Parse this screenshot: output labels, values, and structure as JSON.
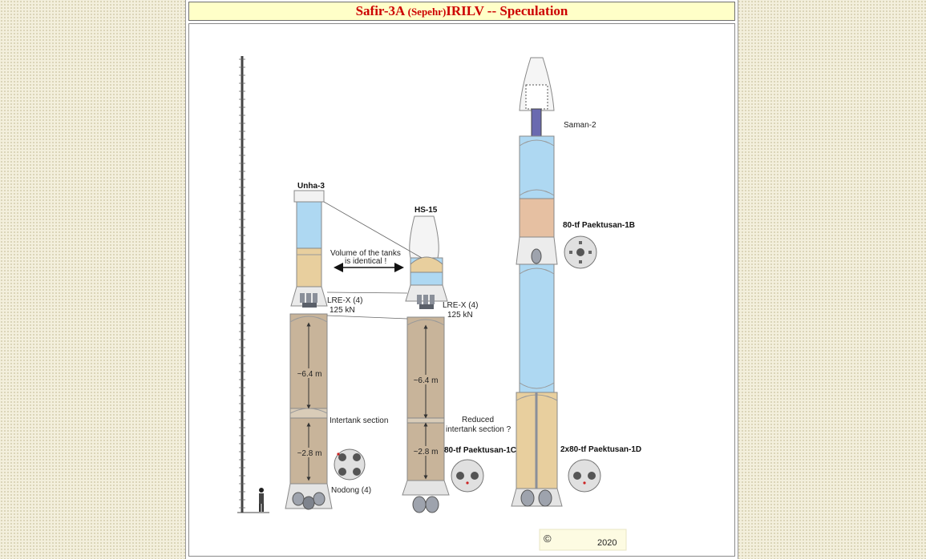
{
  "title": {
    "part1": "Safir-3A",
    "part2": "(Sepehr)",
    "part3": "IRILV -- Speculation"
  },
  "labels": {
    "unha3": "Unha-3",
    "hs15": "HS-15",
    "volume_line1": "Volume of the tanks",
    "volume_line2": "is identical !",
    "lrex_a_line1": "LRE-X (4)",
    "lrex_a_line2": "125 kN",
    "lrex_b_line1": "LRE-X (4)",
    "lrex_b_line2": "125 kN",
    "dim_a1": "~6.4 m",
    "dim_a2": "~2.8 m",
    "dim_b1": "~6.4 m",
    "dim_b2": "~2.8 m",
    "intertank": "Intertank section",
    "reduced_line1": "Reduced",
    "reduced_line2": "intertank section ?",
    "paektusan_1c": "80-tf Paektusan-1C",
    "nodong": "Nodong (4)",
    "saman2": "Saman-2",
    "paektusan_1b": "80-tf Paektusan-1B",
    "paektusan_1d": "2x80-tf Paektusan-1D",
    "copyright_symbol": "©",
    "year": "2020"
  },
  "colors": {
    "title_text": "#cc0000",
    "title_bg": "#ffffc8",
    "tank_blue": "#aed8f2",
    "tank_tan": "#e8cf9e",
    "tank_brown": "#c8b49a",
    "tank_peach": "#e6c0a2",
    "engine_grey": "#8a8f99"
  }
}
